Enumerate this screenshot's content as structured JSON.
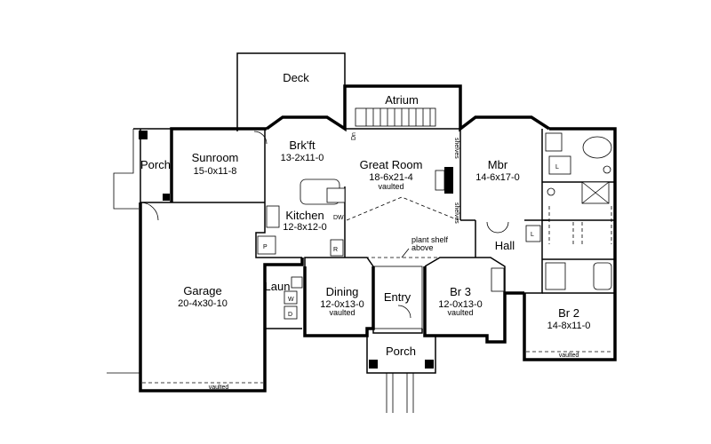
{
  "rooms": {
    "deck": {
      "name": "Deck"
    },
    "atrium": {
      "name": "Atrium"
    },
    "sunroom": {
      "name": "Sunroom",
      "dims": "15-0x11-8"
    },
    "porch_side": {
      "name": "Porch"
    },
    "brkft": {
      "name": "Brk'ft",
      "dims": "13-2x11-0"
    },
    "great_room": {
      "name": "Great Room",
      "dims": "18-6x21-4",
      "note": "vaulted"
    },
    "mbr": {
      "name": "Mbr",
      "dims": "14-6x17-0"
    },
    "kitchen": {
      "name": "Kitchen",
      "dims": "12-8x12-0"
    },
    "hall": {
      "name": "Hall"
    },
    "garage": {
      "name": "Garage",
      "dims": "20-4x30-10"
    },
    "laun": {
      "name": "Laun"
    },
    "dining": {
      "name": "Dining",
      "dims": "12-0x13-0",
      "note": "vaulted"
    },
    "entry": {
      "name": "Entry"
    },
    "br3": {
      "name": "Br 3",
      "dims": "12-0x13-0",
      "note": "vaulted"
    },
    "br2": {
      "name": "Br 2",
      "dims": "14-8x11-0"
    },
    "porch_front": {
      "name": "Porch"
    }
  },
  "labels": {
    "dn": "Dn",
    "shelves": "shelves",
    "plant_shelf": "plant shelf",
    "plant_shelf_2": "above",
    "dw": "DW",
    "pantry": "P",
    "refrigerator": "R",
    "washer": "W",
    "dryer": "D",
    "linen": "L",
    "vaulted": "vaulted"
  }
}
